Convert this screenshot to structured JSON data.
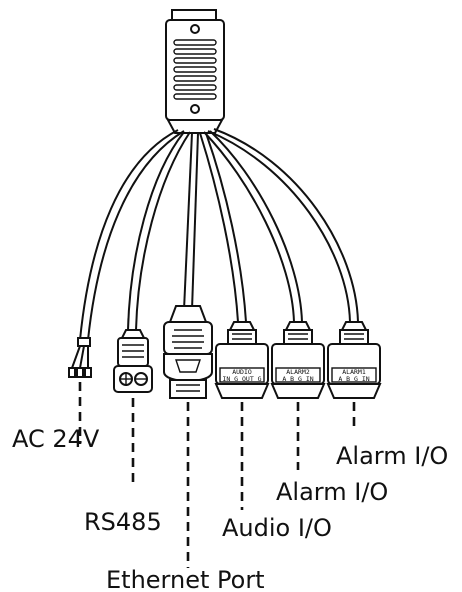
{
  "labels": {
    "power": "AC 24V",
    "serial": "RS485",
    "network": "Ethernet Port",
    "audio": "Audio I/O",
    "alarm1": "Alarm I/O",
    "alarm2": "Alarm I/O"
  },
  "connector_text": {
    "audio_line1": "AUDIO",
    "audio_line2": "IN G OUT G",
    "alarm_a_line1": "ALARM2",
    "alarm_a_line2": "A B G IN",
    "alarm_b_line1": "ALARM1",
    "alarm_b_line2": "A B G IN"
  },
  "colors": {
    "stroke": "#111111",
    "background": "#ffffff"
  }
}
